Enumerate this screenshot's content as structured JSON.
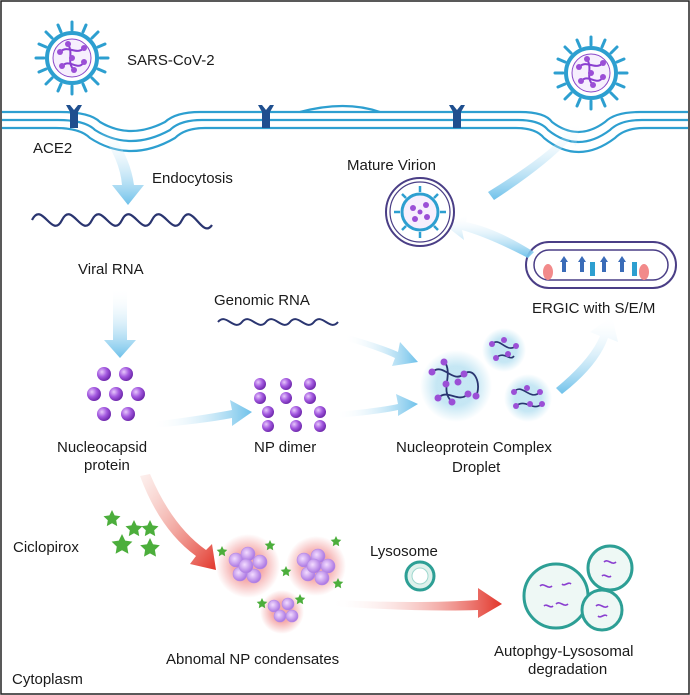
{
  "labels": {
    "virus": "SARS-CoV-2",
    "receptor": "ACE2",
    "endocytosis": "Endocytosis",
    "mature_virion": "Mature Virion",
    "viral_rna": "Viral RNA",
    "genomic_rna": "Genomic RNA",
    "ergic": "ERGIC with S/E/M",
    "np_line1": "Nucleocapsid",
    "np_line2": "protein",
    "np_dimer": "NP dimer",
    "complex_line1": "Nucleoprotein Complex",
    "complex_line2": "Droplet",
    "drug": "Ciclopirox",
    "lysosome": "Lysosome",
    "condensates": "Abnomal NP condensates",
    "degradation_line1": "Autophgy-Lysosomal",
    "degradation_line2": "degradation",
    "compartment": "Cytoplasm"
  },
  "colors": {
    "membrane": "#2d9fd0",
    "receptor": "#1f4f8f",
    "blue_arrow": "#6ec1ea",
    "red_arrow": "#e2352a",
    "protein": "#9b4fd6",
    "drug_star": "#4cae3c",
    "condensate_glow": "#f4a6a6",
    "droplet_glow": "#bfe4f3",
    "border": "#222222"
  }
}
